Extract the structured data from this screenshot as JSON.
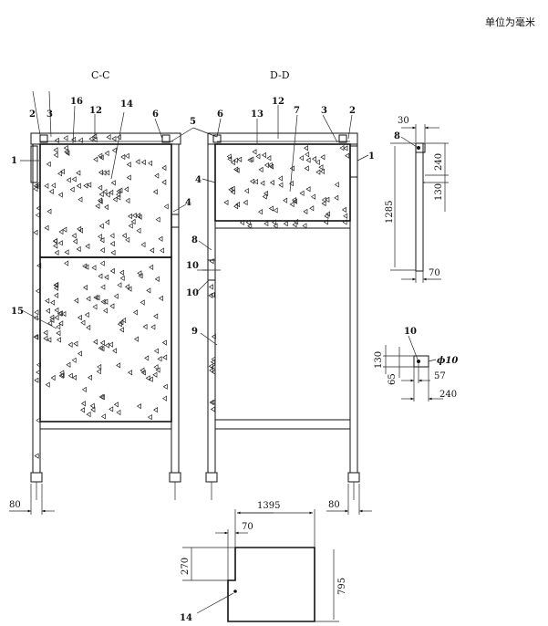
{
  "unit_note": "单位为毫米",
  "sections": {
    "cc_title": "C-C",
    "dd_title": "D-D"
  },
  "cc_labels": {
    "l1": "1",
    "l2": "2",
    "l3": "3",
    "l16": "16",
    "l12": "12",
    "l14": "14",
    "l6": "6",
    "l5": "5",
    "l4": "4",
    "l15": "15"
  },
  "dd_labels": {
    "l6": "6",
    "l13": "13",
    "l12": "12",
    "l7": "7",
    "l3": "3",
    "l2": "2",
    "l1": "1",
    "l4": "4",
    "l8": "8",
    "l10a": "10",
    "l10b": "10",
    "l9": "9"
  },
  "detail_8": {
    "label": "8",
    "d30": "30",
    "d240": "240",
    "d130": "130",
    "d1285": "1285",
    "d70": "70"
  },
  "detail_10": {
    "label": "10",
    "dia": "ϕ10",
    "d130": "130",
    "d65": "65",
    "d57": "57",
    "d240": "240"
  },
  "panel_14": {
    "label": "14",
    "d1395": "1395",
    "d70": "70",
    "d270": "270",
    "d795": "795"
  },
  "foot_dims": {
    "left": "80",
    "right": "80"
  }
}
